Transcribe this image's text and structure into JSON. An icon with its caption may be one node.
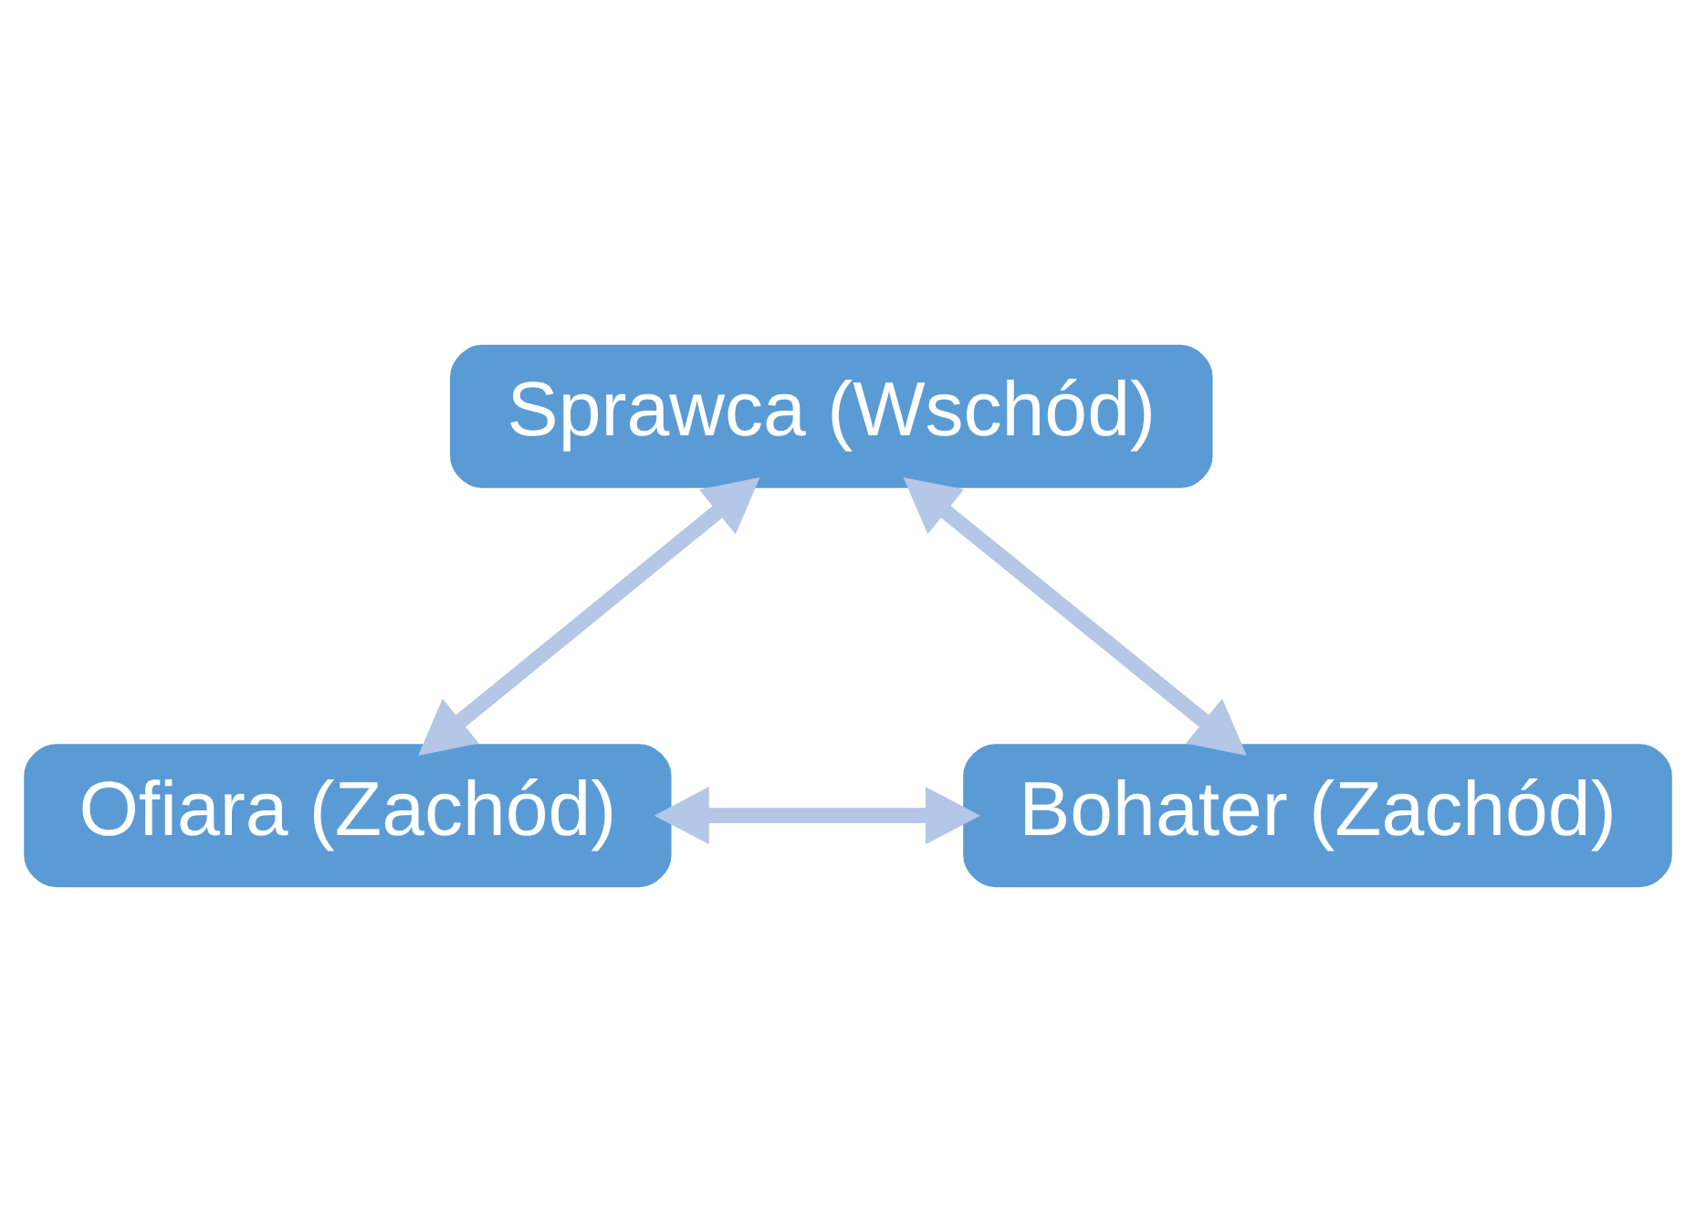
{
  "diagram": {
    "nodes": [
      {
        "text": [
          "Sprawca (Wschód)"
        ]
      },
      {
        "text": [
          "Ofiara (Zachód)"
        ]
      },
      {
        "text": [
          "Bohater (Zachód)"
        ]
      }
    ],
    "edges": [
      {
        "from": 0,
        "to": 1,
        "arrow": "both"
      },
      {
        "from": 0,
        "to": 2,
        "arrow": "both"
      },
      {
        "from": 1,
        "to": 2,
        "arrow": "both"
      }
    ]
  }
}
